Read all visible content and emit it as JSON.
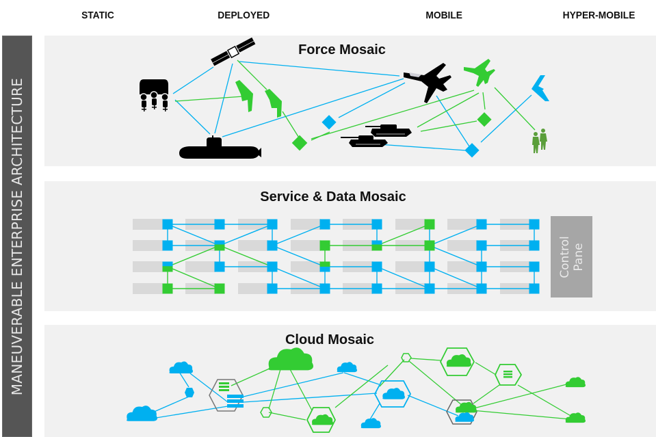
{
  "columns": [
    "STATIC",
    "DEPLOYED",
    "MOBILE",
    "HYPER-MOBILE"
  ],
  "sidebar": {
    "label": "MANEUVERABLE ENTERPRISE ARCHITECTURE"
  },
  "colors": {
    "blue": "#00B0F0",
    "green": "#33CC33",
    "sidebar": "#555555",
    "panel": "#F1F1F1",
    "control_pane": "#A6A6A6"
  },
  "force_mosaic": {
    "title": "Force Mosaic",
    "assets": [
      {
        "name": "ground-station",
        "color": "black"
      },
      {
        "name": "satellite",
        "color": "black"
      },
      {
        "name": "submarine",
        "color": "black"
      },
      {
        "name": "uav-flying-wing-1",
        "color": "green"
      },
      {
        "name": "uav-flying-wing-2",
        "color": "green"
      },
      {
        "name": "fighter-jet-black",
        "color": "black"
      },
      {
        "name": "fighter-jet-green",
        "color": "green"
      },
      {
        "name": "tanks",
        "color": "black"
      },
      {
        "name": "uav-flying-wing-blue",
        "color": "blue"
      },
      {
        "name": "soldiers",
        "color": "green"
      },
      {
        "name": "relay-node-green-1",
        "color": "green"
      },
      {
        "name": "relay-node-blue-1",
        "color": "blue"
      },
      {
        "name": "relay-node-green-2",
        "color": "green"
      },
      {
        "name": "relay-node-blue-2",
        "color": "blue"
      }
    ]
  },
  "service_mosaic": {
    "title": "Service & Data Mosaic",
    "control_pane": {
      "line1": "Control",
      "line2": "Pane"
    },
    "grid": {
      "columns": 8,
      "rows": 4,
      "node_colors": [
        [
          "blue",
          "blue",
          "blue",
          "blue",
          "blue",
          "green",
          "blue",
          "blue"
        ],
        [
          "blue",
          "green",
          "blue",
          "green",
          "green",
          "green",
          "blue",
          "blue"
        ],
        [
          "blue-green",
          "blue",
          "blue",
          "green-blue",
          "blue",
          "blue",
          "blue",
          "blue"
        ],
        [
          "green",
          "green",
          "blue",
          "blue",
          "blue",
          "blue",
          "blue",
          "blue"
        ]
      ]
    }
  },
  "cloud_mosaic": {
    "title": "Cloud Mosaic"
  }
}
